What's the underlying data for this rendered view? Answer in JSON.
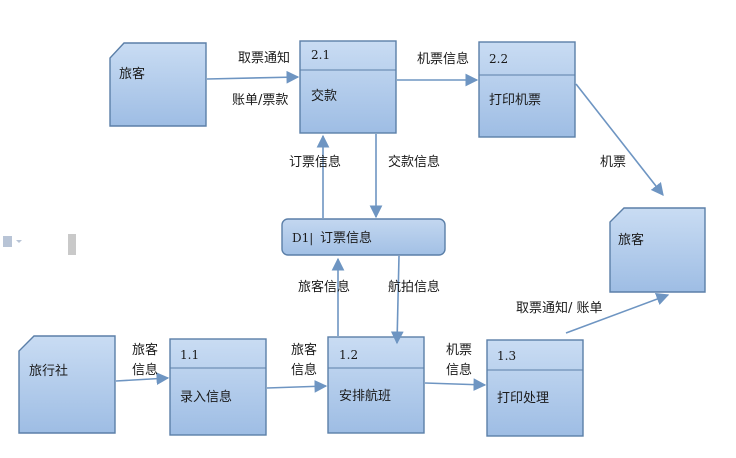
{
  "entities": {
    "passenger_top": "旅客",
    "passenger_right": "旅客",
    "travel_agency": "旅行社"
  },
  "processes": {
    "p2_1": {
      "num": "2.1",
      "name": "交款"
    },
    "p2_2": {
      "num": "2.2",
      "name": "打印机票"
    },
    "p1_1": {
      "num": "1.1",
      "name": "录入信息"
    },
    "p1_2": {
      "num": "1.2",
      "name": "安排航班"
    },
    "p1_3": {
      "num": "1.3",
      "name": "打印处理"
    }
  },
  "datastore": {
    "id": "D1|",
    "name": "订票信息"
  },
  "flows": {
    "pickup_notice": "取票通知",
    "bill_payment": "账单/票款",
    "ticket_info_top": "机票信息",
    "ticket": "机票",
    "booking_info": "订票信息",
    "payment_info": "交款信息",
    "passenger_info_store": "旅客信息",
    "flight_info": "航拍信息",
    "pickup_bill": "取票通知/ 账单",
    "passenger_info_1a": "旅客",
    "passenger_info_1b": "信息",
    "passenger_info_2a": "旅客",
    "passenger_info_2b": "信息",
    "ticket_info_3a": "机票",
    "ticket_info_3b": "信息"
  }
}
